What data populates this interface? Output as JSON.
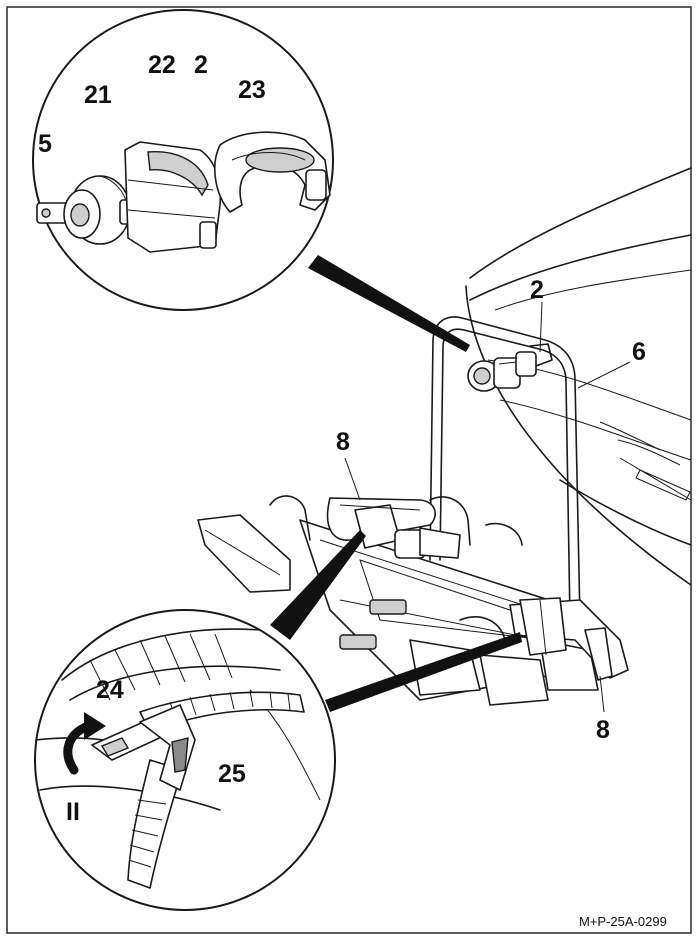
{
  "figure": {
    "image_code": "M+P-25A-0299",
    "callouts": {
      "key": "5",
      "lock_cylinder": "21",
      "lock_housing": "22",
      "lock_top": "2",
      "lock_main": "2",
      "clamp_ring": "23",
      "handle_bar": "6",
      "wheel_holder_left": "8",
      "wheel_holder_right": "8",
      "strap_buckle": "24",
      "strap": "25",
      "direction": "II"
    }
  }
}
